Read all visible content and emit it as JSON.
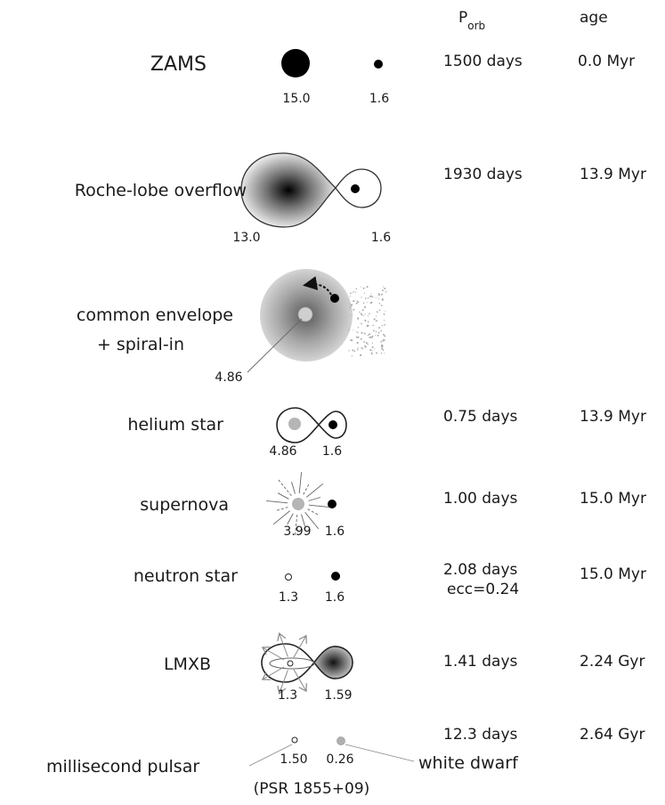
{
  "header": {
    "porb_main": "P",
    "porb_sub": "orb",
    "age": "age"
  },
  "stages": {
    "zams": {
      "label": "ZAMS",
      "m1": "15.0",
      "m2": "1.6",
      "porb": "1500 days",
      "age": "0.0 Myr"
    },
    "rlof": {
      "label": "Roche-lobe overflow",
      "m1": "13.0",
      "m2": "1.6",
      "porb": "1930 days",
      "age": "13.9 Myr"
    },
    "ce": {
      "label1": "common envelope",
      "label2": "+ spiral-in",
      "core": "4.86"
    },
    "helium": {
      "label": "helium star",
      "m1": "4.86",
      "m2": "1.6",
      "porb": "0.75 days",
      "age": "13.9 Myr"
    },
    "sn": {
      "label": "supernova",
      "m1": "3.99",
      "m2": "1.6",
      "porb": "1.00 days",
      "age": "15.0 Myr"
    },
    "ns": {
      "label": "neutron star",
      "m1": "1.3",
      "m2": "1.6",
      "porb": "2.08 days",
      "ecc": "ecc=0.24",
      "age": "15.0 Myr"
    },
    "lmxb": {
      "label": "LMXB",
      "m1": "1.3",
      "m2": "1.59",
      "porb": "1.41 days",
      "age": "2.24 Gyr"
    },
    "msp": {
      "label": "millisecond pulsar",
      "wd_label": "white dwarf",
      "m1": "1.50",
      "m2": "0.26",
      "porb": "12.3 days",
      "age": "2.64 Gyr",
      "name": "(PSR 1855+09)"
    }
  }
}
